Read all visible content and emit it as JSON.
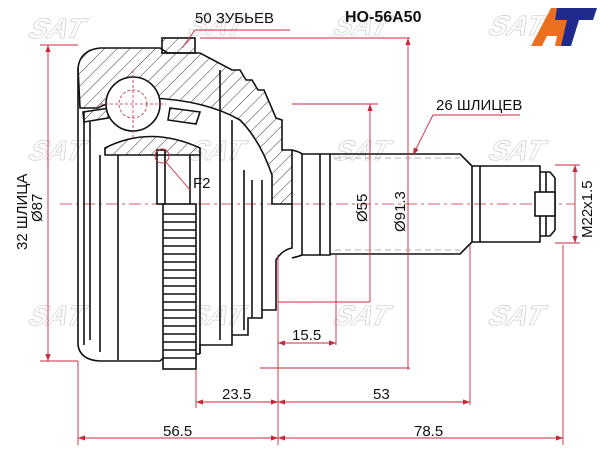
{
  "title": {
    "part_number": "HO-56A50"
  },
  "brand": {
    "logo_text": "AT",
    "watermark": "SAT",
    "colors": {
      "logo_orange": "#E8701E",
      "logo_blue": "#1F2A8C",
      "dimension_red": "#C8283C",
      "outline_black": "#111111",
      "watermark_gray": "#C9C9C9"
    }
  },
  "annotations": {
    "teeth": "50 ЗУБЬЕВ",
    "outer_splines": "26 ШЛИЦЕВ",
    "inner_splines": "32 ШЛИЦА",
    "abs_diameter": "Ø87",
    "f2": "F2"
  },
  "dimensions": {
    "shaft_diameter": "Ø55",
    "flange_diameter": "Ø91.3",
    "thread": "M22x1.5",
    "d15_5": "15.5",
    "d23_5": "23.5",
    "d53": "53",
    "d56_5": "56.5",
    "d78_5": "78.5"
  }
}
